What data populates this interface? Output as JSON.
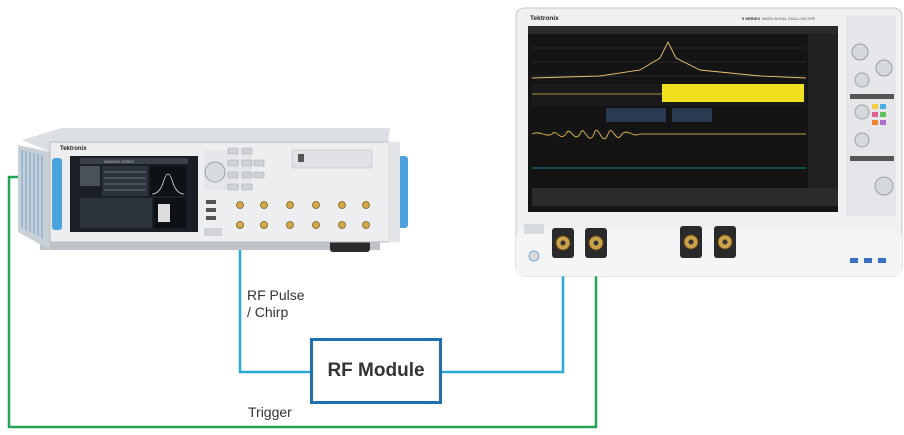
{
  "diagram": {
    "nodes": {
      "awg": {
        "brand": "Tektronix",
        "model": "AWG5000 SERIES"
      },
      "scope": {
        "brand": "Tektronix",
        "series": "5 SERIES",
        "subtitle": "MIXED SIGNAL OSCILLOSCOPE"
      },
      "rf_module": {
        "label": "RF Module"
      }
    },
    "connections": [
      {
        "from": "awg",
        "to": "rf_module",
        "label": "RF Pulse\n/ Chirp",
        "color": "#29a8d8"
      },
      {
        "from": "rf_module",
        "to": "scope",
        "label": "",
        "color": "#29a8d8"
      },
      {
        "from": "awg",
        "to": "scope",
        "label": "Trigger",
        "color": "#22a455"
      }
    ]
  }
}
